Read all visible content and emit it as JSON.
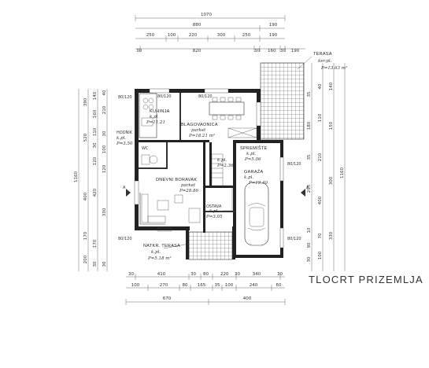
{
  "title": "TLOCRT PRIZEMLJA",
  "rooms": {
    "kuhinja": {
      "name": "KUHINJA",
      "label": "k.pl.",
      "area": "P=11.21"
    },
    "blagovaona": {
      "name": "BLAGOVAONICA",
      "label": "parket",
      "area": "P=18.21 m²"
    },
    "dnevni": {
      "name": "DNEVNI BORAVAK",
      "label": "parket",
      "area": "P=28.86"
    },
    "spremiste": {
      "name": "SPREMIŠTE",
      "label": "k.pl.",
      "area": "P=5.06"
    },
    "garaza": {
      "name": "GARAŽA",
      "label": "k.pl.",
      "area": "P=19.40"
    },
    "terasa": {
      "name": "TERASA",
      "label": "ker.pl.",
      "area": "P=13.63 m²"
    },
    "natkr": {
      "name": "NATKR. TERASA",
      "label": "k.pl.",
      "area": "P=5.18 m²"
    },
    "wc": {
      "name": "WC",
      "label": "k.pl.",
      "area": "P=2.36"
    },
    "ostava": {
      "name": "OSTAVA",
      "label": "k.pl.",
      "area": "P=3.05"
    },
    "hodnik": {
      "name": "HODNIK",
      "label": "k.pl.",
      "area": "P=3.50"
    }
  },
  "top_dims": {
    "overall": "1070",
    "row2": [
      "880",
      "190"
    ],
    "row3": [
      "250",
      "100",
      "220",
      "300",
      "250",
      "190"
    ],
    "row4": [
      "30",
      "820",
      "30",
      "160",
      "30",
      "190"
    ]
  },
  "bottom_dims": {
    "row1": [
      "30",
      "410",
      "30",
      "80",
      "220",
      "30",
      "340",
      "30"
    ],
    "row2": [
      "100",
      "270",
      "80",
      "165",
      "35",
      "100",
      "240",
      "60"
    ],
    "row3": [
      "670",
      "400"
    ]
  },
  "left_dims": {
    "overall": "1160",
    "col2": [
      "200",
      "170",
      "400",
      "520",
      "390"
    ],
    "col3": [
      "30",
      "170",
      "420",
      "120",
      "30",
      "110",
      "160",
      "140"
    ],
    "col4": [
      "30",
      "330",
      "120",
      "100",
      "30",
      "210",
      "40"
    ]
  },
  "right_dims": {
    "overall": "1160",
    "col1": [
      "330",
      "300",
      "150",
      "140"
    ],
    "col2": [
      "100",
      "70",
      "400",
      "210",
      "110",
      "40"
    ],
    "col3": [
      "30",
      "90",
      "10",
      "205",
      "35",
      "180",
      "35"
    ]
  },
  "window_marks": [
    "80/120",
    "80/120",
    "80/120",
    "80/120",
    "80/120",
    "80/120"
  ],
  "section_marks": [
    "A",
    "A"
  ]
}
